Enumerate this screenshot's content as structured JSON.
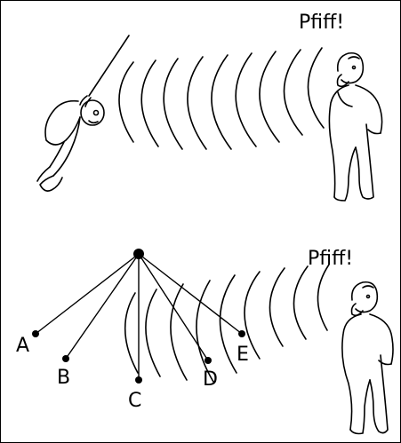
{
  "panels": {
    "top": {
      "exclamation": "Pfiff!"
    },
    "bottom": {
      "exclamation": "Pfiff!",
      "pendulums": [
        {
          "label": "A"
        },
        {
          "label": "B"
        },
        {
          "label": "C"
        },
        {
          "label": "D"
        },
        {
          "label": "E"
        }
      ]
    }
  },
  "colors": {
    "ink": "#000000",
    "background": "#ffffff"
  },
  "icons": [
    "swinging-child-figure",
    "whistling-man-figure",
    "sound-wave-arcs",
    "pendulum-pivot",
    "pendulum-bob"
  ]
}
